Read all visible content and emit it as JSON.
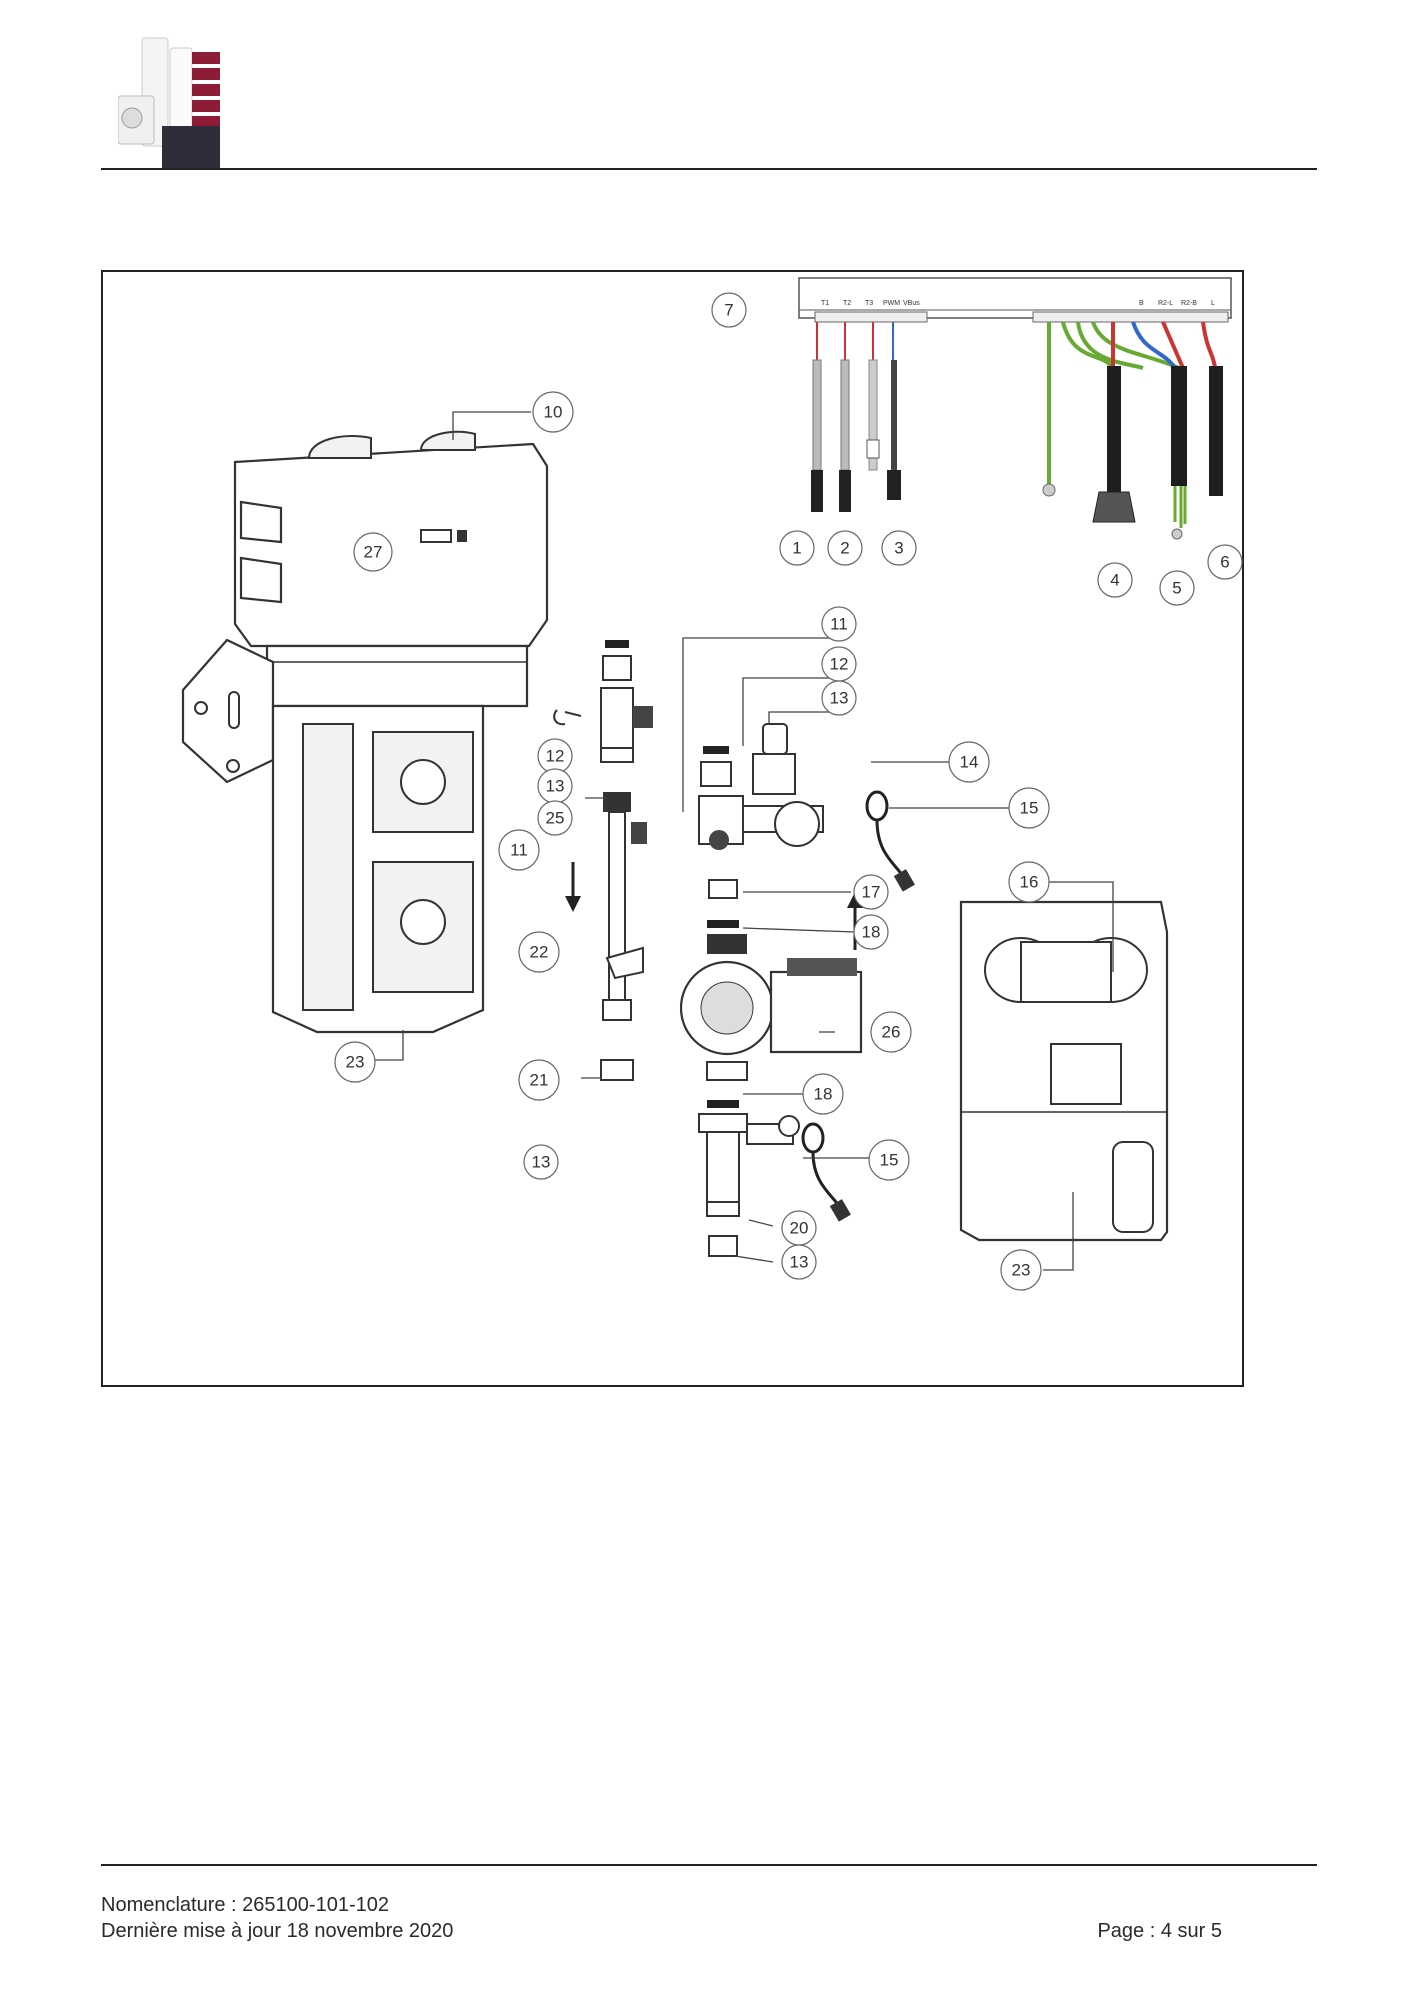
{
  "header": {
    "logo_icon": "product-range-logo-icon"
  },
  "figure": {
    "title": "",
    "callouts": [
      {
        "id": "c7",
        "label": "7"
      },
      {
        "id": "c10",
        "label": "10"
      },
      {
        "id": "c27",
        "label": "27"
      },
      {
        "id": "c1",
        "label": "1"
      },
      {
        "id": "c2",
        "label": "2"
      },
      {
        "id": "c3",
        "label": "3"
      },
      {
        "id": "c4",
        "label": "4"
      },
      {
        "id": "c5",
        "label": "5"
      },
      {
        "id": "c6",
        "label": "6"
      },
      {
        "id": "c11a",
        "label": "11"
      },
      {
        "id": "c12a",
        "label": "12"
      },
      {
        "id": "c13a",
        "label": "13"
      },
      {
        "id": "c14",
        "label": "14"
      },
      {
        "id": "c12b",
        "label": "12"
      },
      {
        "id": "c13b",
        "label": "13"
      },
      {
        "id": "c25",
        "label": "25"
      },
      {
        "id": "c15a",
        "label": "15"
      },
      {
        "id": "c11b",
        "label": "11"
      },
      {
        "id": "c16",
        "label": "16"
      },
      {
        "id": "c17",
        "label": "17"
      },
      {
        "id": "c18a",
        "label": "18"
      },
      {
        "id": "c22",
        "label": "22"
      },
      {
        "id": "c26",
        "label": "26"
      },
      {
        "id": "c23a",
        "label": "23"
      },
      {
        "id": "c21",
        "label": "21"
      },
      {
        "id": "c18b",
        "label": "18"
      },
      {
        "id": "c13c",
        "label": "13"
      },
      {
        "id": "c15b",
        "label": "15"
      },
      {
        "id": "c20",
        "label": "20"
      },
      {
        "id": "c23b",
        "label": "23"
      },
      {
        "id": "c13d",
        "label": "13"
      }
    ],
    "terminal_labels": {
      "left": [
        "T1",
        "T2",
        "T3",
        "PWM",
        "VBus"
      ],
      "right": [
        "B",
        "R2-L",
        "R2-B",
        "L"
      ]
    }
  },
  "footer": {
    "nomenclature": "Nomenclature : 265100-101-102",
    "updated": "Dernière mise à jour 18 novembre 2020",
    "page": "Page : 4 sur 5"
  }
}
